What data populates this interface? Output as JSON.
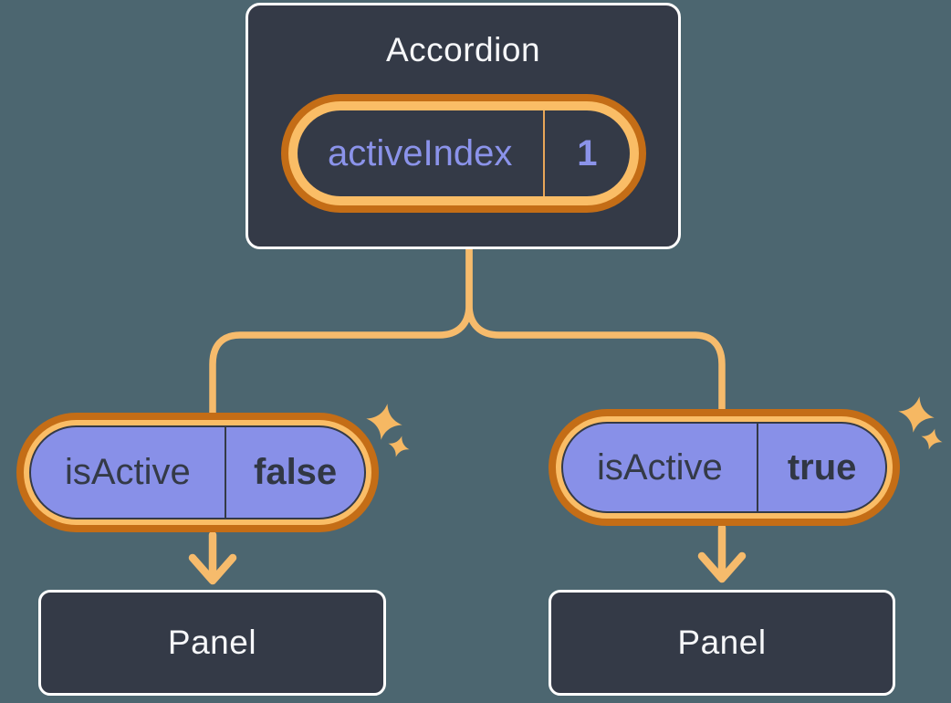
{
  "accordion": {
    "title": "Accordion",
    "state_pill": {
      "label": "activeIndex",
      "value": "1"
    }
  },
  "children": [
    {
      "prop_pill": {
        "label": "isActive",
        "value": "false"
      },
      "panel": {
        "title": "Panel"
      }
    },
    {
      "prop_pill": {
        "label": "isActive",
        "value": "true"
      },
      "panel": {
        "title": "Panel"
      }
    }
  ],
  "colors": {
    "background": "#4C6670",
    "card_fill": "#343A47",
    "card_border": "#FFFFFF",
    "orange_dark": "#C46D16",
    "orange_light": "#FABD66",
    "connector": "#F6BB6C",
    "sparkle": "#F6B863",
    "purple_fill": "#8890E8",
    "purple_text": "#8B93EA",
    "dark_text": "#343A47",
    "light_text": "#F6F7F9"
  }
}
